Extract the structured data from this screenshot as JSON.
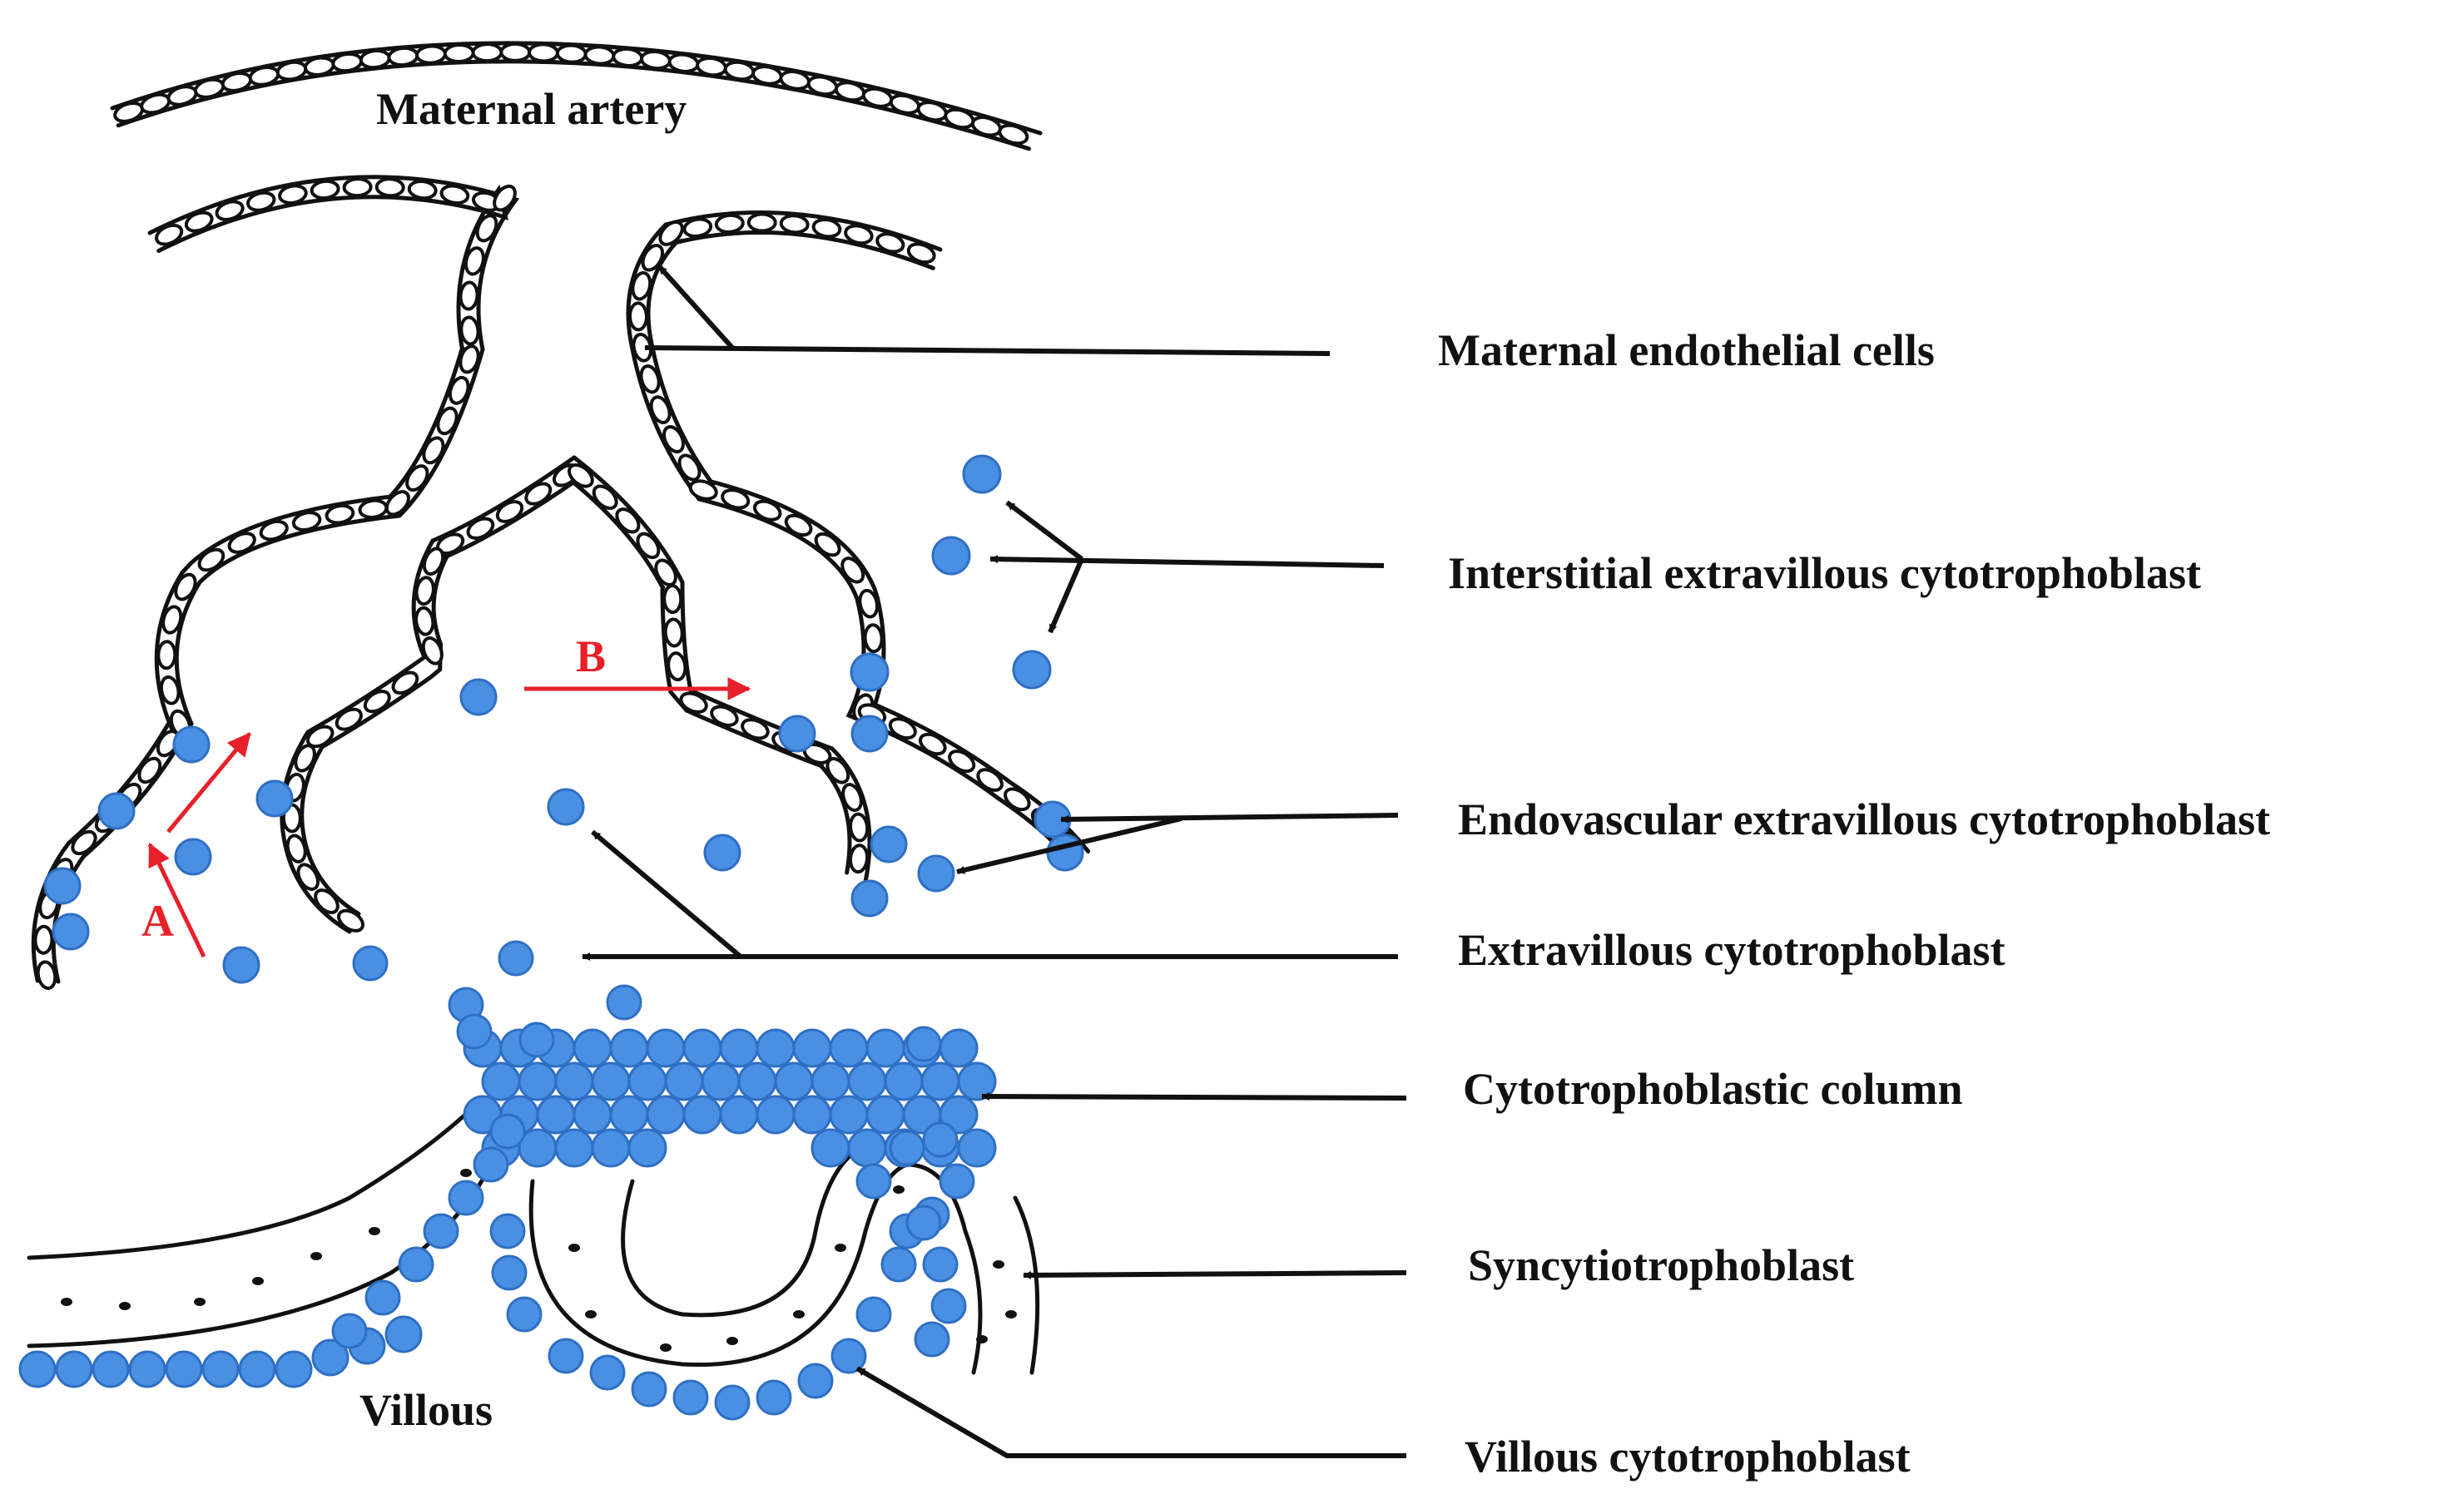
{
  "labels": {
    "maternal_artery": "Maternal artery",
    "maternal_endothelial_cells": "Maternal endothelial cells",
    "interstitial_evt": "Interstitial extravillous cytotrophoblast",
    "endovascular_evt": "Endovascular extravillous cytotrophoblast",
    "extravillous_cytotrophoblast": "Extravillous cytotrophoblast",
    "cytotrophoblastic_column": "Cytotrophoblastic column",
    "syncytiotrophoblast": "Syncytiotrophoblast",
    "villous": "Villous",
    "villous_cytotrophoblast": "Villous cytotrophoblast",
    "route_a": "A",
    "route_b": "B"
  },
  "colors": {
    "trophoblast_cell": "#4a90e2",
    "trophoblast_cell_dark": "#2f6fc4",
    "migration_arrow": "#e8202a",
    "outline": "#111111"
  }
}
